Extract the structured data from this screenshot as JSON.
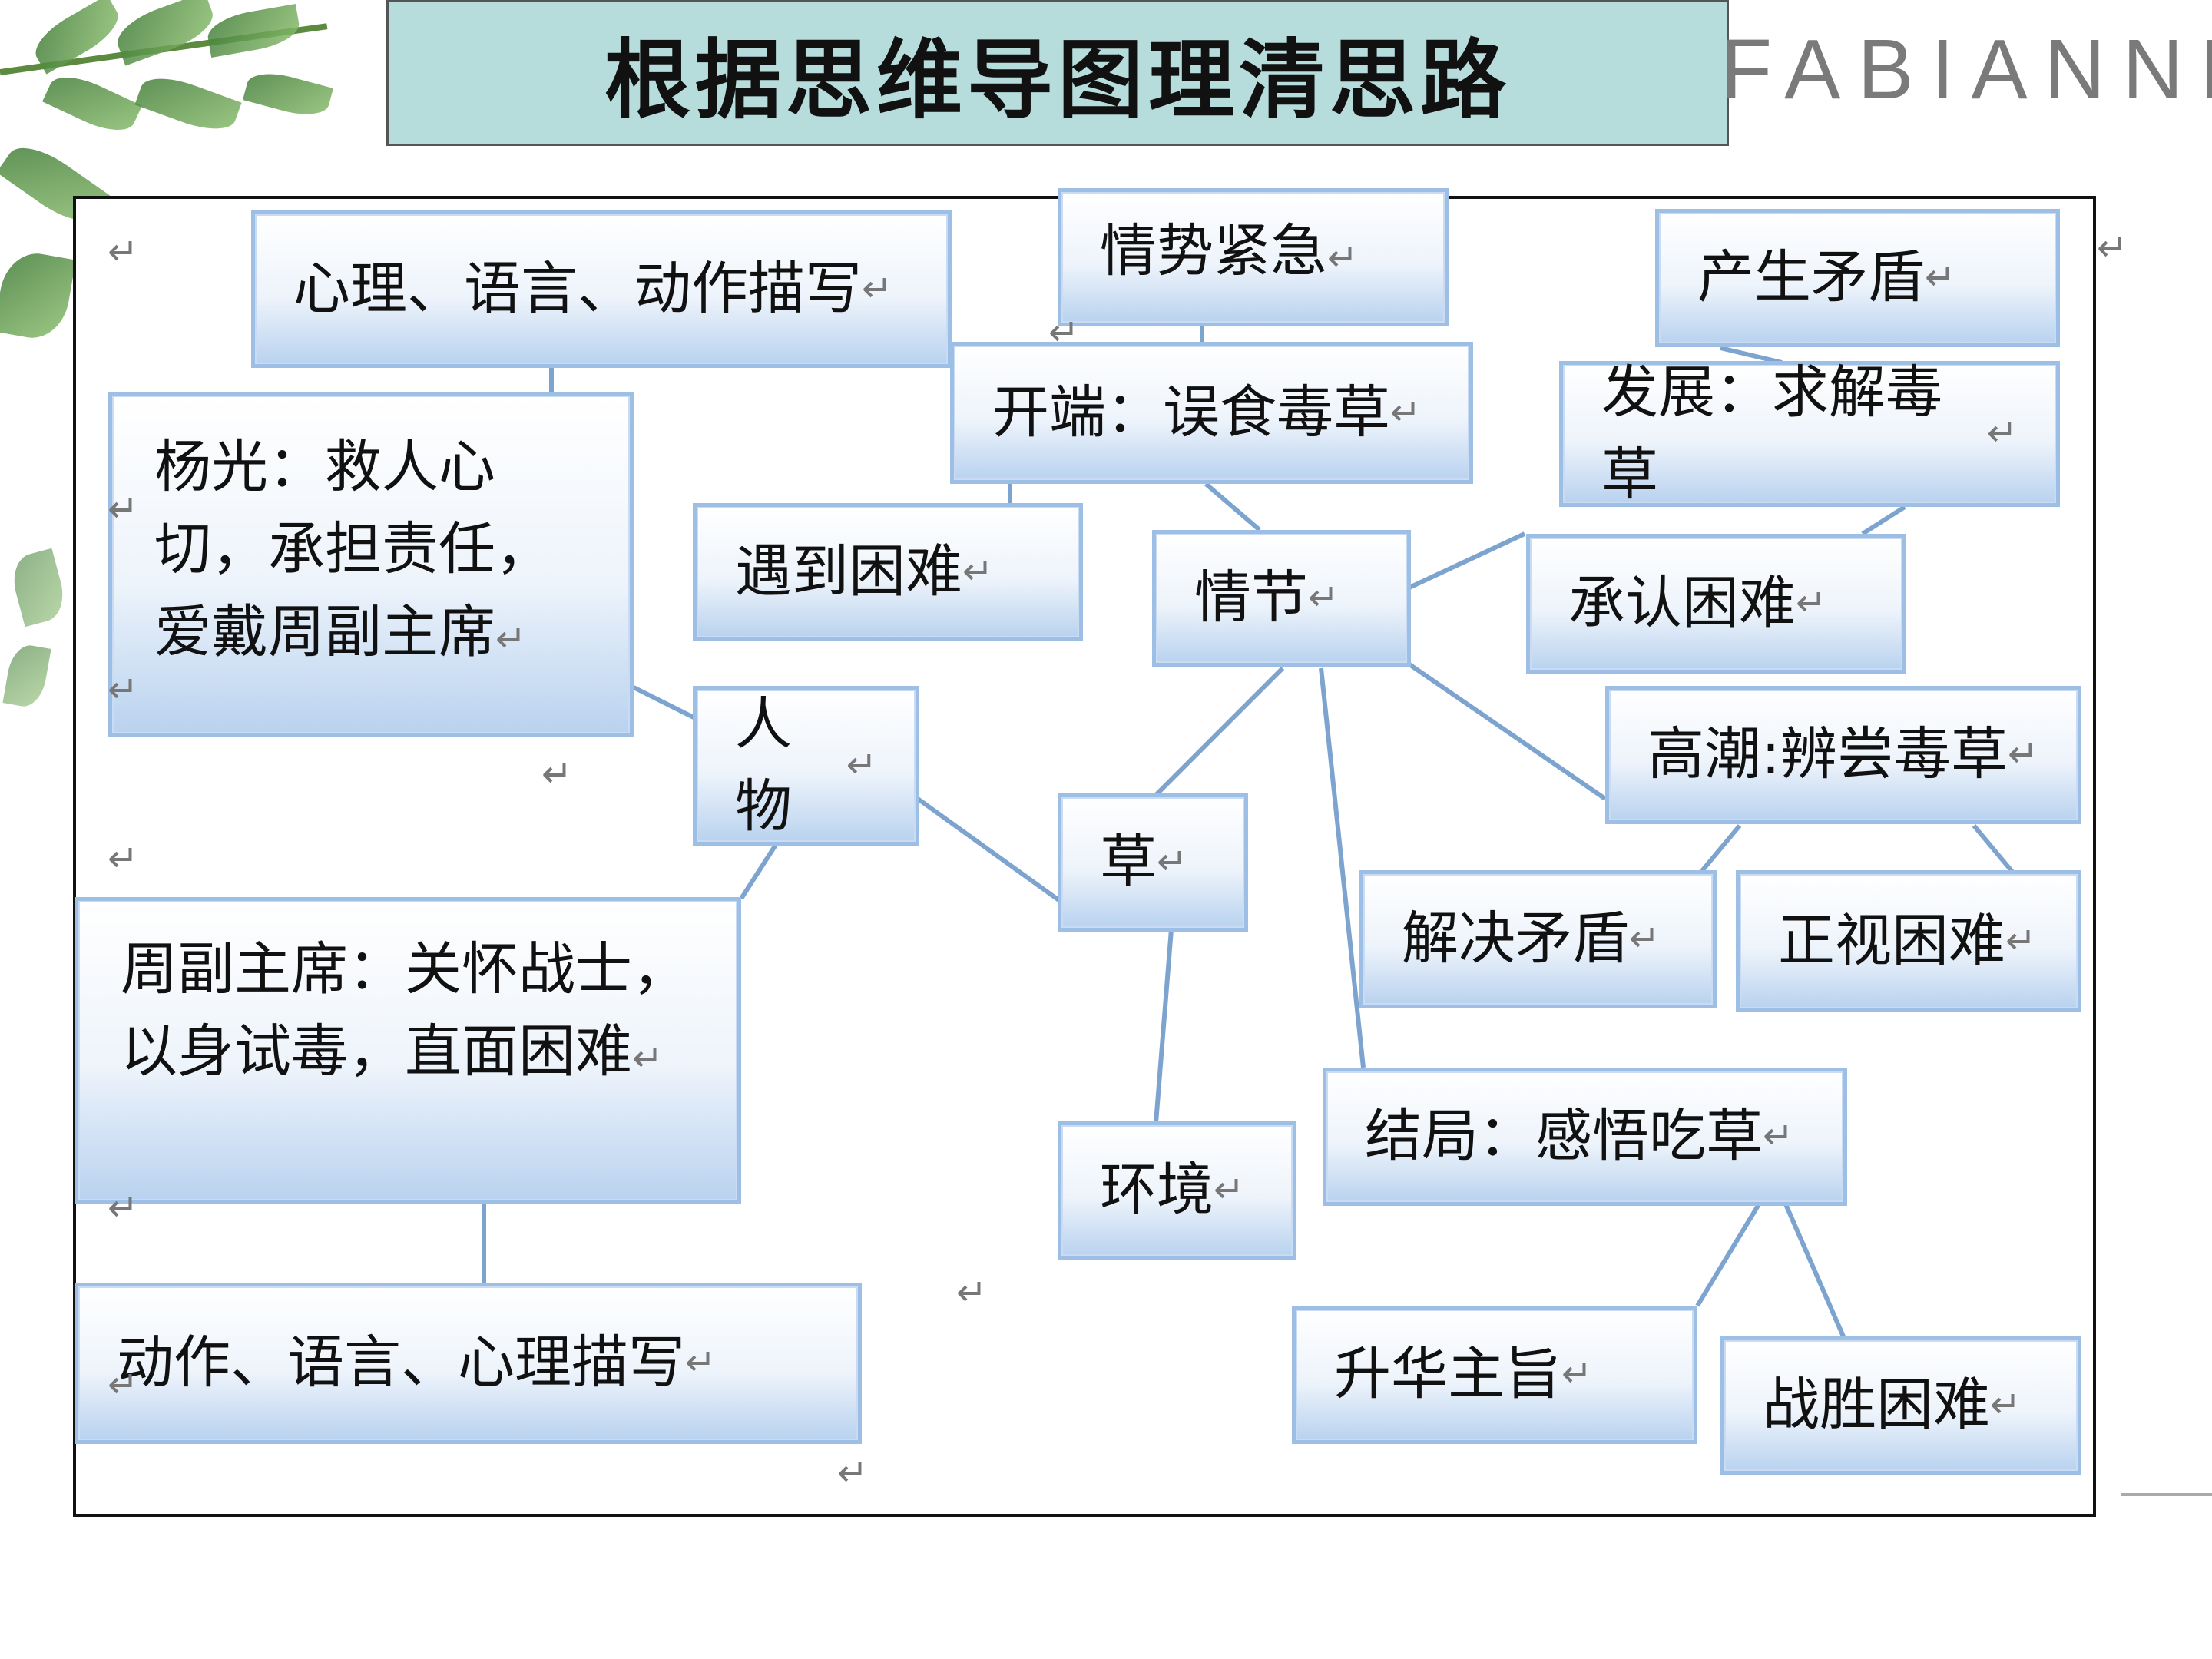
{
  "title": "根据思维导图理清思路",
  "logo": "FABIANNE",
  "return_mark": "↵",
  "nodes": {
    "emergency": "情势紧急",
    "contradiction": "产生矛盾",
    "description_top": "心理、语言、动作描写",
    "beginning": "开端：误食毒草",
    "development": "发展：求解毒草",
    "yangguang": "杨光：救人心切，承担责任，爱戴周副主席",
    "difficulty": "遇到困难",
    "plot": "情节",
    "admit": "承认困难",
    "character": "人物",
    "climax": "高潮:辨尝毒草",
    "grass": "草",
    "resolve": "解决矛盾",
    "face": "正视困难",
    "zhou": "周副主席：关怀战士，以身试毒，直面困难",
    "ending": "结局：感悟吃草",
    "environment": "环境",
    "description_bottom": "动作、语言、心理描写",
    "theme": "升华主旨",
    "overcome": "战胜困难"
  },
  "colors": {
    "title_bg": "#b7dcdc",
    "node_border": "#9dbfe6",
    "connector": "#7da4cf"
  }
}
